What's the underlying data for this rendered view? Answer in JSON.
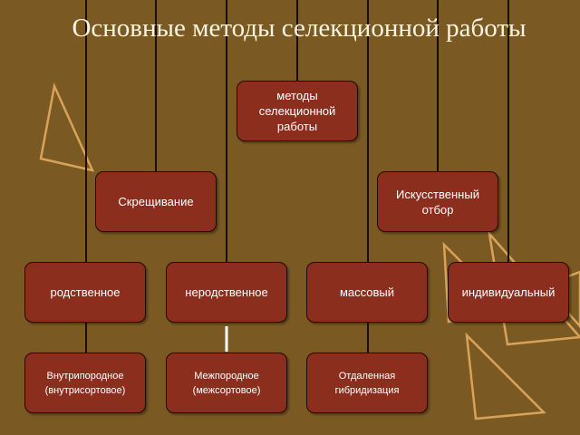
{
  "slide": {
    "title": "Основные методы селекционной работы",
    "colors": {
      "background": "#7a5a22",
      "box": "#8c2e1e",
      "line": "#1a0e02",
      "decor": "#d9a25a"
    }
  },
  "diagram": {
    "root": "методы селекционной работы",
    "level1": [
      "Скрещивание",
      "Искусственный\nотбор"
    ],
    "level2": [
      "родственное",
      "неродственное",
      "массовый",
      "индивидуальный"
    ],
    "level3": [
      "Внутрипородное\n(внутрисортовое)",
      "Межпородное\n(межсортовое)",
      "Отдаленная\nгибридизация"
    ]
  }
}
